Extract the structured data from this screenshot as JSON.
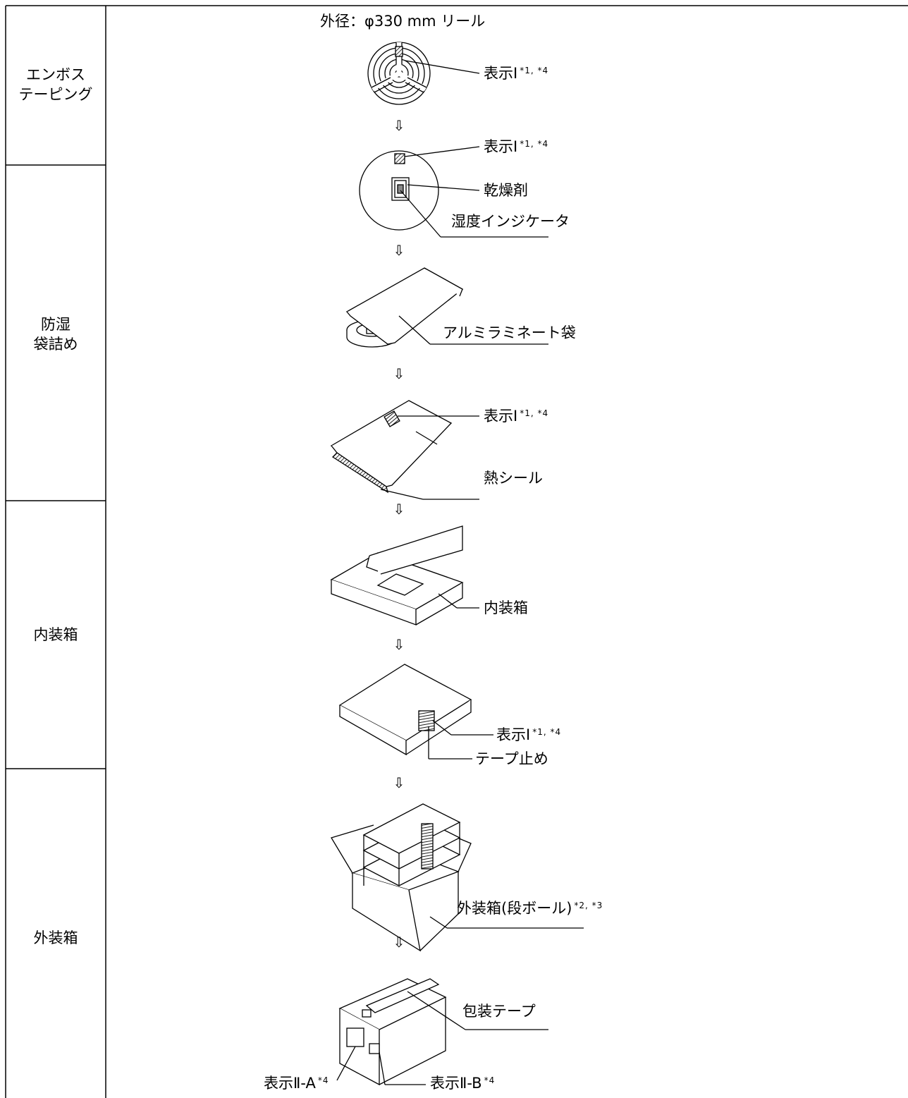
{
  "stages": {
    "emboss": "エンボス\nテーピング",
    "moisture": "防湿\n袋詰め",
    "inner": "内装箱",
    "outer": "外装箱"
  },
  "title": "外径：φ330 mm リール",
  "labels": {
    "display1": "表示Ⅰ",
    "display1_note": "*1, *4",
    "desiccant": "乾燥剤",
    "humidity": "湿度インジケータ",
    "al_bag": "アルミラミネート袋",
    "heat_seal": "熱シール",
    "inner_box": "内装箱",
    "tape_stop": "テープ止め",
    "outer_box": "外装箱(段ボール)",
    "outer_box_note": "*2, *3",
    "pack_tape": "包装テープ",
    "display2a": "表示Ⅱ-A",
    "display2b": "表示Ⅱ-B",
    "display2_note": "*4"
  },
  "flow_arrow": "⇩"
}
